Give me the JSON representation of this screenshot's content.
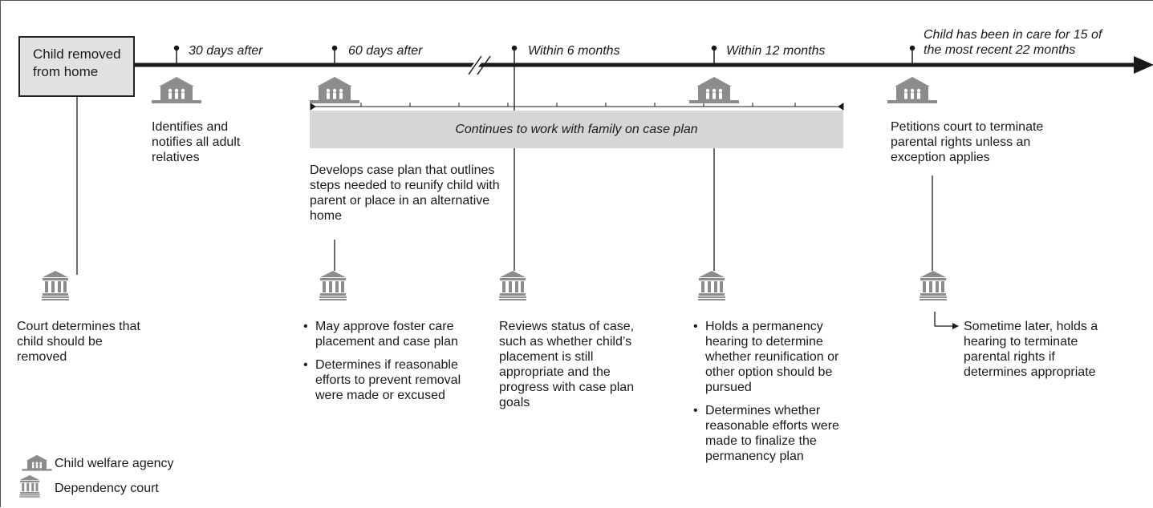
{
  "start": {
    "label": "Child removed from home"
  },
  "milestones": [
    {
      "label": "30 days after"
    },
    {
      "label": "60 days after"
    },
    {
      "label": "Within 6 months"
    },
    {
      "label": "Within 12 months"
    },
    {
      "label": "Child has been in care for 15 of the most recent 22 months"
    }
  ],
  "band": {
    "label": "Continues to work with family on case plan"
  },
  "agency_actions": {
    "day30": "Identifies and notifies all adult relatives",
    "day60": "Develops case plan that outlines steps needed to reunify child with parent or place in an alternative home",
    "month15": "Petitions court to terminate parental rights unless an exception applies"
  },
  "court_actions": {
    "removal": "Court determines that child should be removed",
    "day60": [
      "May approve foster care placement and case plan",
      "Determines if reasonable efforts to prevent removal were made or excused"
    ],
    "month6": "Reviews status of case, such as whether child’s placement is still appropriate and the progress with case plan goals",
    "month12": [
      "Holds a permanency hearing to determine whether reunification or other option should be pursued",
      "Determines whether reasonable efforts were made to finalize the permanency plan"
    ],
    "later": "Sometime later, holds a hearing to terminate parental rights if determines appropriate"
  },
  "legend": [
    {
      "label": "Child welfare agency",
      "icon": "agency-icon"
    },
    {
      "label": "Dependency court",
      "icon": "court-icon"
    }
  ],
  "colors": {
    "line": "#1a1a1a",
    "band": "#d6d6d6",
    "box": "#e2e2e2",
    "icon": "#8c8c8c"
  }
}
